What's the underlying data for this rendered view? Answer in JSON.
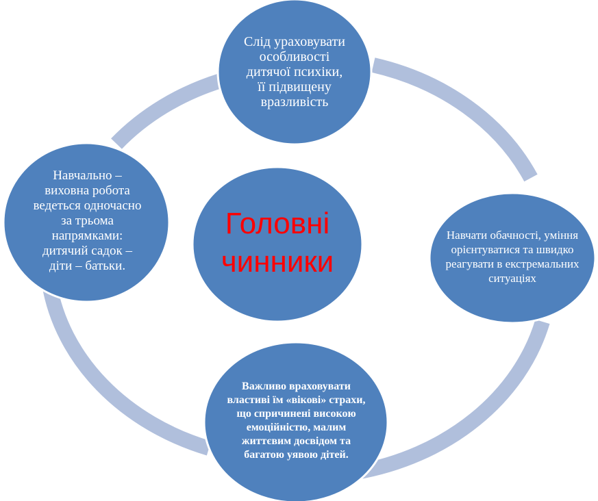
{
  "center": {
    "title_line1": "Головні",
    "title_line2": "чинники"
  },
  "nodes": {
    "top": "Слід ураховувати особливості дитячої психіки, її підвищену вразливість",
    "right": "Навчати обачності, уміння орієнтуватися та швидко реагувати в екстремальних ситуаціях",
    "bottom": "Важливо враховувати властиві їм «вікові» страхи, що спричинені високою емоційністю, малим життєвим досвідом та багатою уявою дітей.",
    "left": "Навчально – виховна робота ведеться одночасно за трьома напрямками: дитячий садок – діти – батьки."
  },
  "colors": {
    "node_fill": "#4f81bd",
    "ring": "#b0bfdc",
    "center_text": "#ff0000"
  }
}
